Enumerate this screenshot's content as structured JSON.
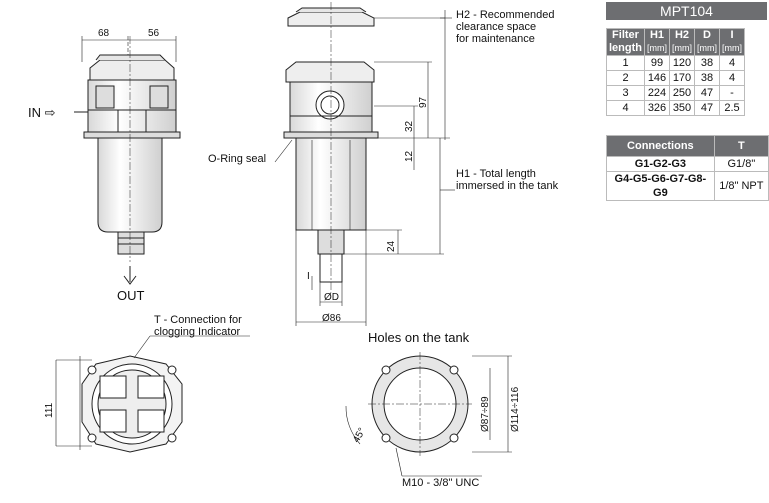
{
  "labels": {
    "in": "IN ⇨",
    "out": "OUT",
    "oring": "O-Ring seal",
    "h2_line1": "H2 - Recommended",
    "h2_line2": "clearance space",
    "h2_line3": "for maintenance",
    "h1_line1": "H1 - Total length",
    "h1_line2": "immersed in the tank",
    "t_line1": "T - Connection for",
    "t_line2": "clogging Indicator",
    "holes_title": "Holes on the tank",
    "thread": "M10 - 3/8\" UNC"
  },
  "dims": {
    "d68": "68",
    "d56": "56",
    "d97": "97",
    "d32": "32",
    "d12": "12",
    "d24": "24",
    "dI": "I",
    "dD": "ØD",
    "d86": "Ø86",
    "d111": "111",
    "d89": "Ø87÷89",
    "d116": "Ø114÷116",
    "d45": "45°"
  },
  "spec": {
    "title": "MPT104",
    "col_filter": "Filter",
    "col_filter2": "length",
    "col_h1": "H1",
    "col_h2": "H2",
    "col_d": "D",
    "col_i": "I",
    "unit": "[mm]",
    "rows": [
      [
        "1",
        "99",
        "120",
        "38",
        "4"
      ],
      [
        "2",
        "146",
        "170",
        "38",
        "4"
      ],
      [
        "3",
        "224",
        "250",
        "47",
        "-"
      ],
      [
        "4",
        "326",
        "350",
        "47",
        "2.5"
      ]
    ]
  },
  "connections": {
    "col_conn": "Connections",
    "col_t": "T",
    "rows": [
      [
        "G1-G2-G3",
        "G1/8\""
      ],
      [
        "G4-G5-G6-G7-G8-G9",
        "1/8\" NPT"
      ]
    ]
  }
}
